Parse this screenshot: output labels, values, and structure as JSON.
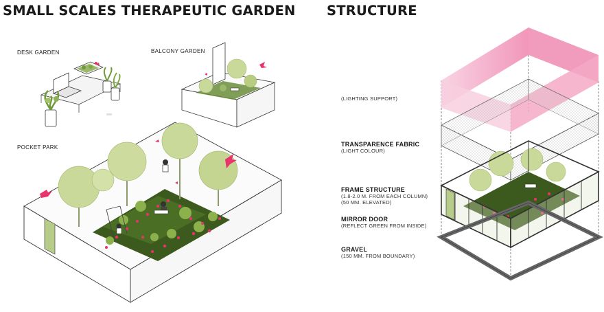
{
  "left": {
    "title": "SMALL SCALES THERAPEUTIC GARDEN",
    "labels": {
      "desk_garden": "DESK GARDEN",
      "balcony_garden": "BALCONY GARDEN",
      "pocket_park": "POCKET PARK"
    }
  },
  "right": {
    "title": "STRUCTURE",
    "layers": [
      {
        "title": "",
        "sub": "(LIGHTING SUPPORT)"
      },
      {
        "title": "TRANSPARENCE FABRIC",
        "sub": "(LIGHT COLOUR)"
      },
      {
        "title": "FRAME STRUCTURE",
        "sub": "(1.8-2.0 M. FROM EACH COLUMN)",
        "sub2": "(50 MM. ELEVATED)"
      },
      {
        "title": "MIRROR DOOR",
        "sub": "(REFLECT GREEN FROM INSIDE)"
      },
      {
        "title": "GRAVEL",
        "sub": "(150 MM. FROM BOUNDARY)"
      }
    ]
  },
  "colors": {
    "accent_pink": "#e8336b",
    "light_pink": "#f4a9c4",
    "tree_green": "#c9d99a",
    "grass_dark": "#3d5a1e",
    "line": "#333333"
  },
  "icons": [
    "tree-icon",
    "bird-icon",
    "person-icon",
    "bench-icon",
    "laptop-icon",
    "plant-pot-icon"
  ]
}
